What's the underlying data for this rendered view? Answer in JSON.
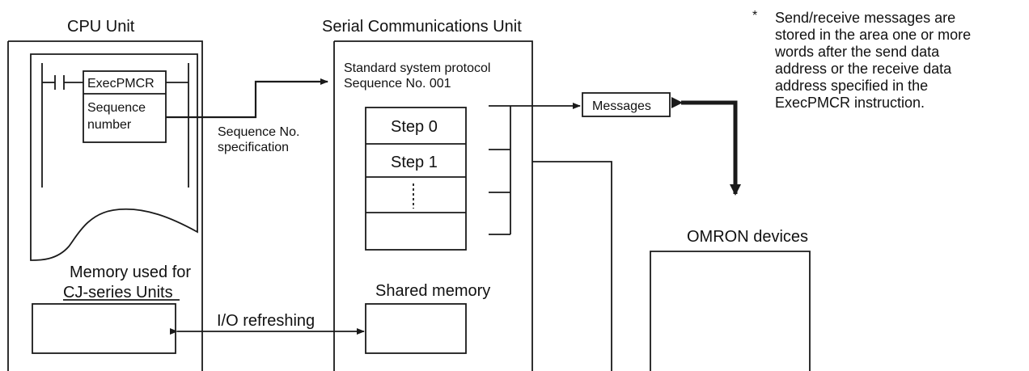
{
  "cpu": {
    "title": "CPU Unit",
    "instruction": "ExecPMCR",
    "seq_line1": "Sequence",
    "seq_line2": "number",
    "mem_line1": "Memory used for",
    "mem_line2": "CJ-series Units"
  },
  "scu": {
    "title": "Serial Communications Unit",
    "protocol_line1": "Standard system protocol",
    "protocol_line2": "Sequence No. 001",
    "step0": "Step 0",
    "step1": "Step 1",
    "shared_memory": "Shared memory"
  },
  "labels": {
    "seqno_line1": "Sequence No.",
    "seqno_line2": "specification",
    "io_refresh": "I/O refreshing",
    "messages": "Messages",
    "omron": "OMRON devices"
  },
  "note": {
    "marker": "*",
    "lines": [
      "Send/receive messages are",
      "stored in the area one or more",
      "words after the send data",
      "address or the receive data",
      "address specified in the",
      "ExecPMCR instruction."
    ]
  }
}
